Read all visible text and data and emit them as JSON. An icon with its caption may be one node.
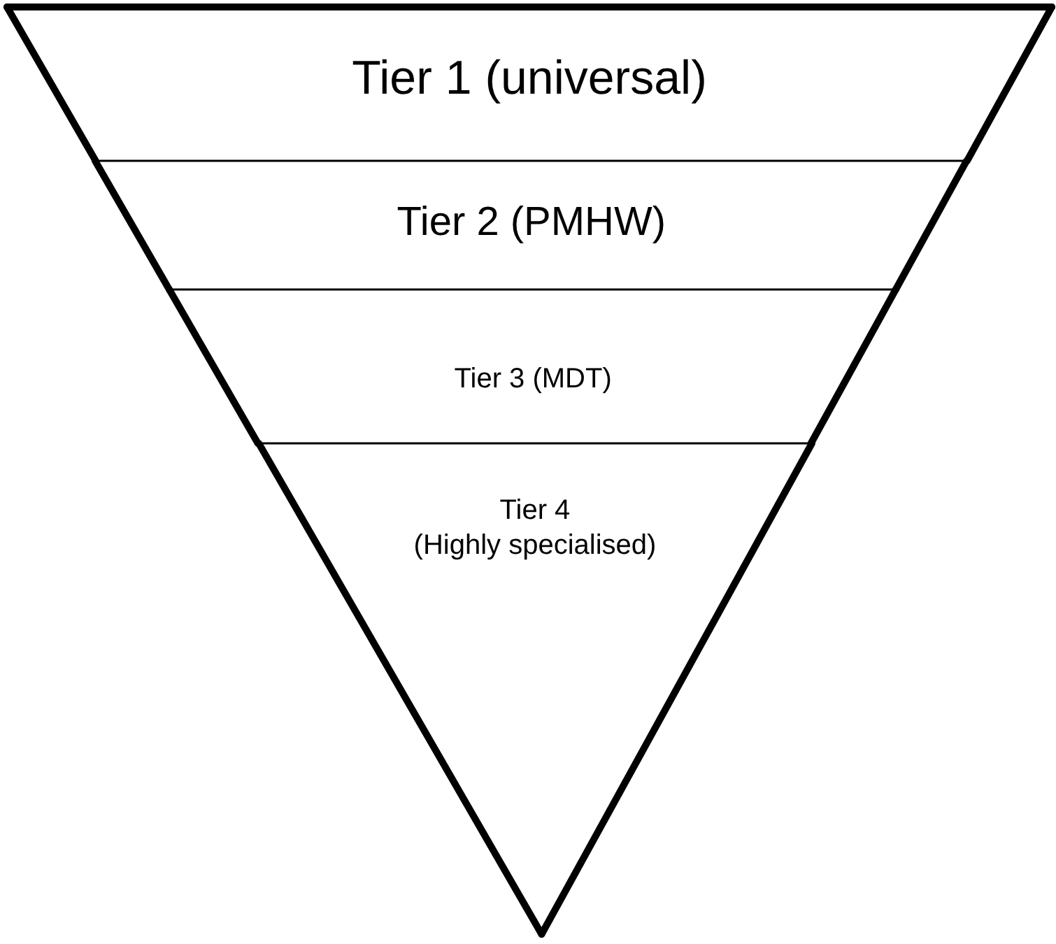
{
  "diagram": {
    "nodes": [
      {
        "text": [
          "Tier 1 (universal)"
        ]
      },
      {
        "text": [
          "Tier 2 (PMHW)"
        ]
      },
      {
        "text": [
          "Tier 3 (MDT)"
        ]
      },
      {
        "text": [
          "Tier 4",
          "(Highly specialised)"
        ]
      }
    ]
  }
}
